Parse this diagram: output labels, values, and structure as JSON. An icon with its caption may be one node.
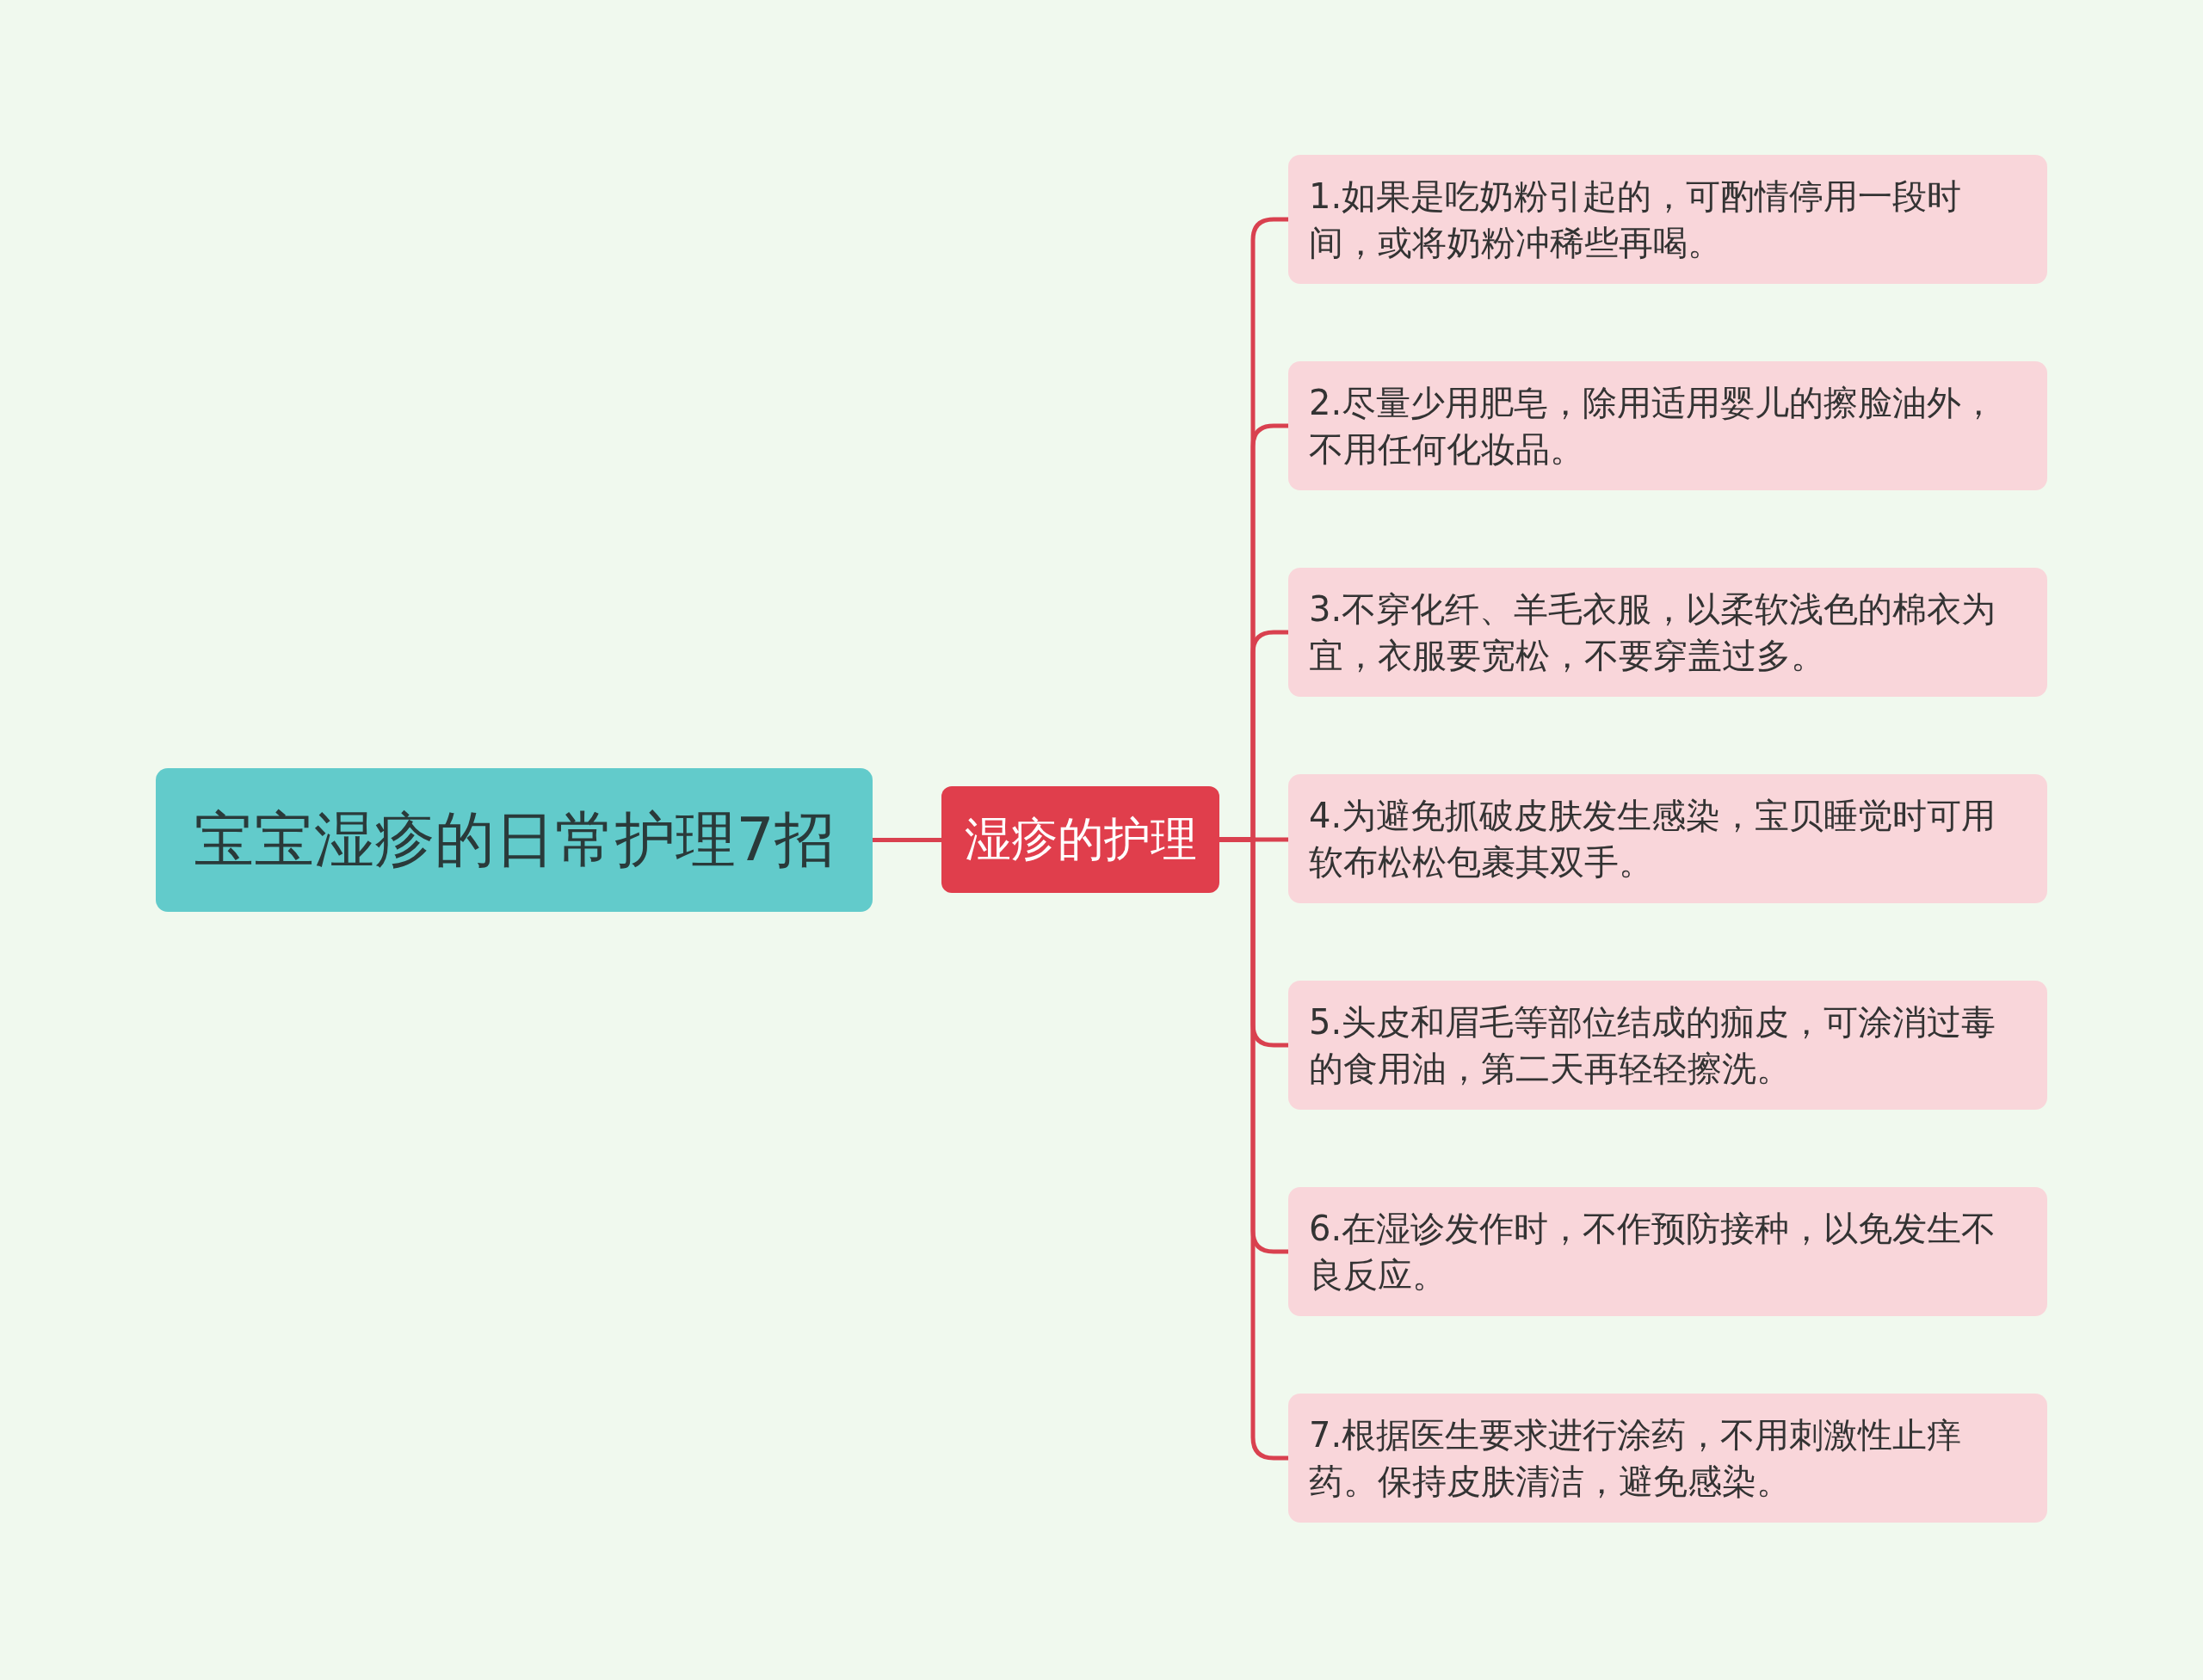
{
  "diagram": {
    "nodes": [
      {
        "text": [
          "宝宝湿疹的日常护理7招"
        ]
      },
      {
        "text": [
          "湿疹的护理"
        ]
      },
      {
        "text": [
          "1.如果是吃奶粉引起的，可酌情停用一段时间，或将奶粉冲稀些再喝。"
        ]
      },
      {
        "text": [
          "2.尽量少用肥皂，除用适用婴儿的擦脸油外，不用任何化妆品。"
        ]
      },
      {
        "text": [
          "3.不穿化纤、羊毛衣服，以柔软浅色的棉衣为宜，衣服要宽松，不要穿盖过多。"
        ]
      },
      {
        "text": [
          "4.为避免抓破皮肤发生感染，宝贝睡觉时可用软布松松包裹其双手。"
        ]
      },
      {
        "text": [
          "5.头皮和眉毛等部位结成的痂皮，可涂消过毒的食用油，第二天再轻轻擦洗。"
        ]
      },
      {
        "text": [
          "6.在湿诊发作时，不作预防接种，以免发生不良反应。"
        ]
      },
      {
        "text": [
          "7.根据医生要求进行涂药，不用刺激性止痒药。保持皮肤清洁，避免感染。"
        ]
      }
    ],
    "edges": [
      {
        "from": 0,
        "to": 1,
        "arrow": "none"
      },
      {
        "from": 1,
        "to": 2,
        "arrow": "none"
      },
      {
        "from": 1,
        "to": 3,
        "arrow": "none"
      },
      {
        "from": 1,
        "to": 4,
        "arrow": "none"
      },
      {
        "from": 1,
        "to": 5,
        "arrow": "none"
      },
      {
        "from": 1,
        "to": 6,
        "arrow": "none"
      },
      {
        "from": 1,
        "to": 7,
        "arrow": "none"
      },
      {
        "from": 1,
        "to": 8,
        "arrow": "none"
      }
    ]
  }
}
